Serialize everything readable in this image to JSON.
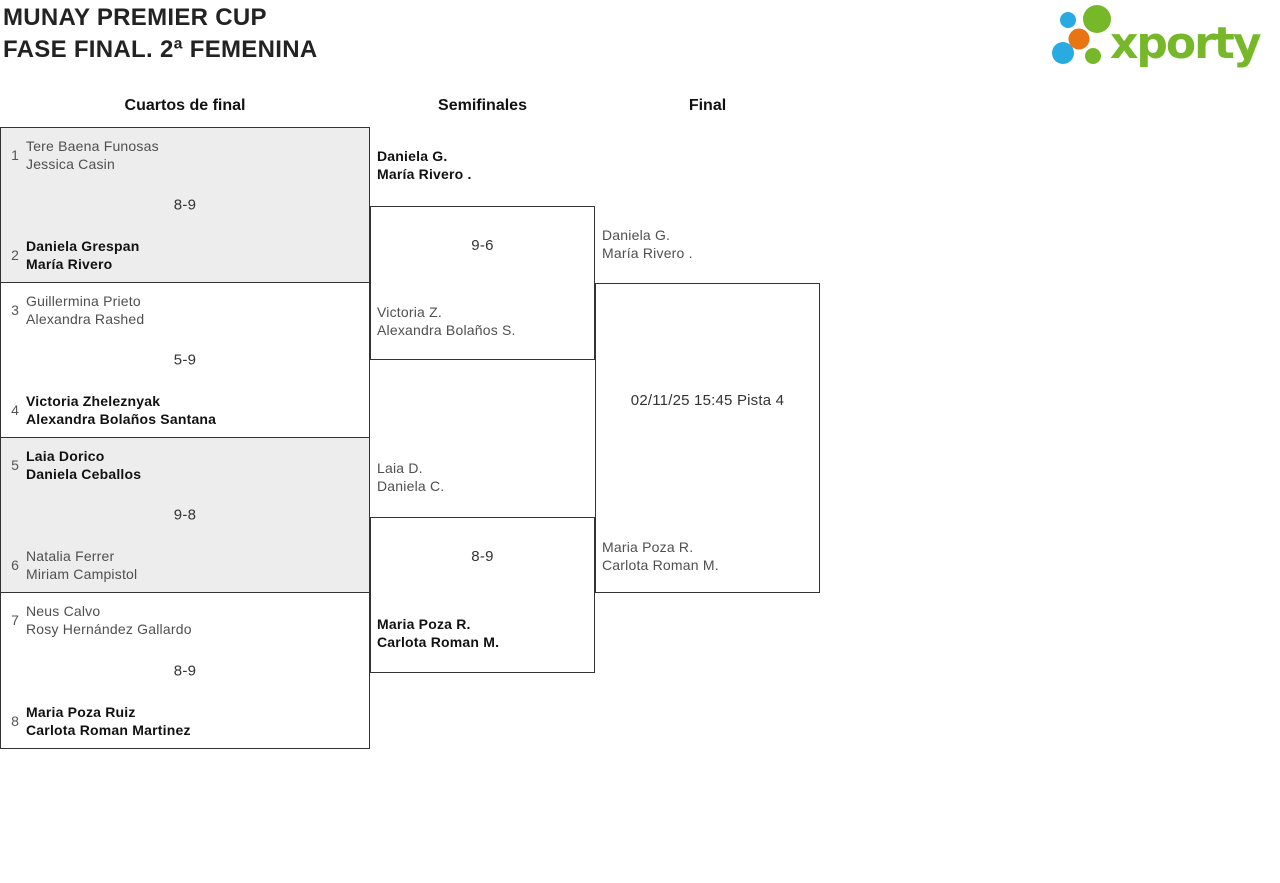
{
  "header": {
    "title_line1": "MUNAY PREMIER CUP",
    "title_line2": "FASE FINAL. 2ª FEMENINA"
  },
  "logo": {
    "brand": "xporty",
    "colors": {
      "green": "#76b82a",
      "blue": "#29abe2",
      "orange": "#e87511"
    }
  },
  "columns": {
    "quarterfinals_label": "Cuartos de final",
    "semifinals_label": "Semifinales",
    "final_label": "Final"
  },
  "bracket": {
    "quarterfinals": [
      {
        "seed_top": "1",
        "team_top": {
          "players": [
            "Tere Baena Funosas",
            "Jessica Casin"
          ],
          "winner": false
        },
        "score": "8-9",
        "seed_bottom": "2",
        "team_bottom": {
          "players": [
            "Daniela Grespan",
            "María Rivero"
          ],
          "winner": true
        }
      },
      {
        "seed_top": "3",
        "team_top": {
          "players": [
            "Guillermina Prieto",
            "Alexandra Rashed"
          ],
          "winner": false
        },
        "score": "5-9",
        "seed_bottom": "4",
        "team_bottom": {
          "players": [
            "Victoria Zheleznyak",
            "Alexandra Bolaños Santana"
          ],
          "winner": true
        }
      },
      {
        "seed_top": "5",
        "team_top": {
          "players": [
            "Laia Dorico",
            "Daniela Ceballos"
          ],
          "winner": true
        },
        "score": "9-8",
        "seed_bottom": "6",
        "team_bottom": {
          "players": [
            "Natalia Ferrer",
            "Miriam Campistol"
          ],
          "winner": false
        }
      },
      {
        "seed_top": "7",
        "team_top": {
          "players": [
            "Neus Calvo",
            "Rosy Hernández Gallardo"
          ],
          "winner": false
        },
        "score": "8-9",
        "seed_bottom": "8",
        "team_bottom": {
          "players": [
            "Maria Poza Ruiz",
            "Carlota Roman Martinez"
          ],
          "winner": true
        }
      }
    ],
    "semifinals": [
      {
        "team_top": {
          "players": [
            "Daniela G.",
            "María Rivero ."
          ],
          "winner": true
        },
        "score": "9-6",
        "team_bottom": {
          "players": [
            "Victoria Z.",
            "Alexandra Bolaños S."
          ],
          "winner": false
        }
      },
      {
        "team_top": {
          "players": [
            "Laia D.",
            "Daniela C."
          ],
          "winner": false
        },
        "score": "8-9",
        "team_bottom": {
          "players": [
            "Maria Poza R.",
            "Carlota Roman M."
          ],
          "winner": true
        }
      }
    ],
    "final": {
      "team_top": {
        "players": [
          "Daniela G.",
          "María Rivero ."
        ],
        "winner": false
      },
      "info": "02/11/25 15:45 Pista 4",
      "team_bottom": {
        "players": [
          "Maria Poza R.",
          "Carlota Roman M."
        ],
        "winner": false
      }
    }
  },
  "theme": {
    "shaded_match_bg": "#ededed",
    "border_color": "#333333",
    "winner_text": "#111111",
    "loser_text": "#4f4f4f"
  }
}
